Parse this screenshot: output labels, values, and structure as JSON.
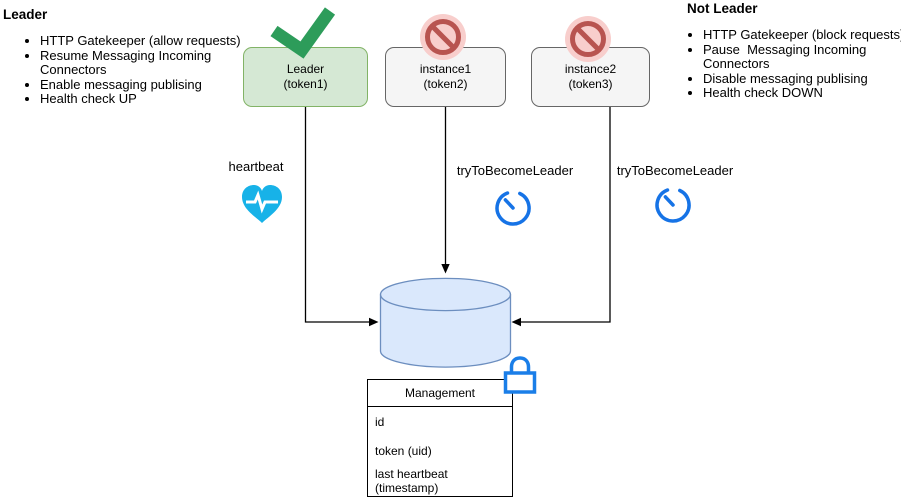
{
  "left_panel": {
    "title": "Leader",
    "items": [
      "HTTP Gatekeeper (allow requests)",
      "Resume Messaging Incoming Connectors",
      "Enable messaging publising",
      "Health check UP"
    ]
  },
  "right_panel": {
    "title": "Not Leader",
    "items": [
      "HTTP Gatekeeper (block requests)",
      "Pause  Messaging Incoming Connectors",
      "Disable messaging publising",
      "Health check DOWN"
    ]
  },
  "nodes": {
    "leader": {
      "label": "Leader",
      "sublabel": "(token1)",
      "status": "check"
    },
    "instance1": {
      "label": "instance1",
      "sublabel": "(token2)",
      "status": "no-entry"
    },
    "instance2": {
      "label": "instance2",
      "sublabel": "(token3)",
      "status": "no-entry"
    }
  },
  "edge_labels": {
    "heartbeat": "heartbeat",
    "try_to_become_leader_1": "tryToBecomeLeader",
    "try_to_become_leader_2": "tryToBecomeLeader"
  },
  "table": {
    "title": "Management",
    "rows": [
      "id",
      "token (uid)",
      "last heartbeat (timestamp)"
    ]
  },
  "colors": {
    "leader_fill": "#d5e8d4",
    "leader_border": "#82b366",
    "instance_fill": "#f5f5f5",
    "instance_border": "#666666",
    "db_fill": "#dae8fc",
    "db_border": "#6c8ebf",
    "check_green": "#2d9c5a",
    "no_entry_red": "#b85450",
    "no_entry_halo": "#f8cecc",
    "heart_cyan": "#17b2e8",
    "timer_blue": "#1673e6",
    "lock_blue": "#1a7ee8",
    "connector": "#000000"
  }
}
